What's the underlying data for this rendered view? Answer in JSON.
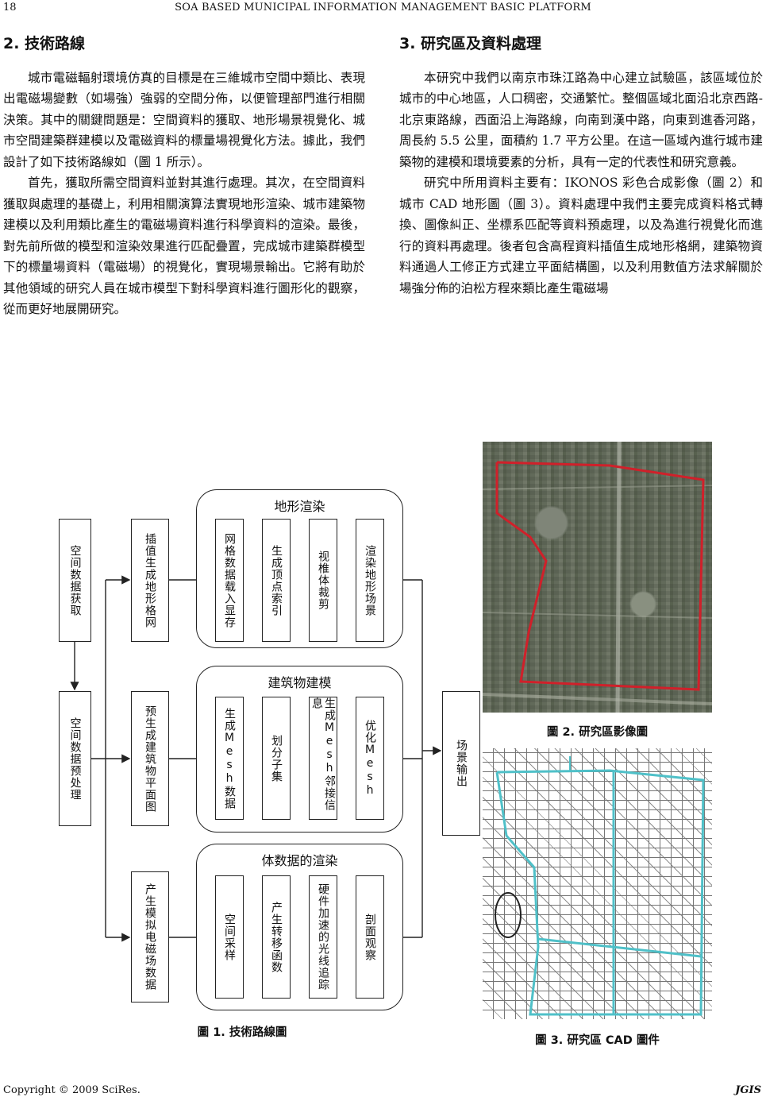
{
  "header": {
    "page_number": "18",
    "running_title": "SOA BASED MUNICIPAL INFORMATION MANAGEMENT BASIC PLATFORM"
  },
  "section2": {
    "heading": "2.  技術路線",
    "p1": "城市電磁輻射環境仿真的目標是在三維城市空間中類比、表現出電磁場變數（如場強）強弱的空間分佈，以便管理部門進行相關決策。其中的關鍵問題是：空間資料的獲取、地形場景視覺化、城市空間建築群建模以及電磁資料的標量場視覺化方法。據此，我們設計了如下技術路線如（圖 1 所示）。",
    "p2": "首先，獲取所需空間資料並對其進行處理。其次，在空間資料獲取與處理的基礎上，利用相關演算法實現地形渲染、城市建築物建模以及利用類比產生的電磁場資料進行科學資料的渲染。最後，對先前所做的模型和渲染效果進行匹配疊置，完成城市建築群模型下的標量場資料（電磁場）的視覺化，實現場景輸出。它將有助於其他領域的研究人員在城市模型下對科學資料進行圖形化的觀察，從而更好地展開研究。"
  },
  "section3": {
    "heading": "3.  研究區及資料處理",
    "p1": "本研究中我們以南京市珠江路為中心建立試驗區，該區域位於城市的中心地區，人口稠密，交通繁忙。整個區域北面沿北京西路-北京東路線，西面沿上海路線，向南到漢中路，向東到進香河路，周長約 5.5 公里，面積約 1.7 平方公里。在這一區域內進行城市建築物的建模和環境要素的分析，具有一定的代表性和研究意義。",
    "p2": "研究中所用資料主要有：IKONOS 彩色合成影像（圖 2）和城市 CAD 地形圖（圖 3）。資料處理中我們主要完成資料格式轉換、圖像糾正、坐標系匹配等資料預處理，以及為進行視覺化而進行的資料再處理。後者包含高程資料插值生成地形格網，建築物資料通過人工修正方式建立平面結構圖，以及利用數值方法求解關於場強分佈的泊松方程來類比產生電磁場"
  },
  "flowchart": {
    "left1": "空间数据获取",
    "left2": "空间数据预处理",
    "mid1": "插值生成地形格网",
    "mid2": "预生成建筑物平面图",
    "mid3": "产生模拟电磁场数据",
    "g1_title": "地形渲染",
    "g1_s1": "网格数据载入显存",
    "g1_s2": "生成顶点索引",
    "g1_s3": "视椎体裁剪",
    "g1_s4": "渲染地形场景",
    "g2_title": "建筑物建模",
    "g2_s1": "生成Mesh数据",
    "g2_s2": "划分子集",
    "g2_s3": "生成Mesh邻接信息",
    "g2_s4": "优化Mesh",
    "g3_title": "体数据的渲染",
    "g3_s1": "空间采样",
    "g3_s2": "产生转移函数",
    "g3_s3": "硬件加速的光线追踪",
    "g3_s4": "剖面观察",
    "output": "场景输出"
  },
  "captions": {
    "fig1": "圖 1.  技術路線圖",
    "fig2": "圖 2.  研究區影像圖",
    "fig3": "圖 3.  研究區 CAD 圖件"
  },
  "footer": {
    "copyright": "Copyright © 2009 SciRes.",
    "journal": "JGIS"
  },
  "colors": {
    "boundary_red": "#d0202a",
    "road_cyan": "#4fc0c8"
  }
}
